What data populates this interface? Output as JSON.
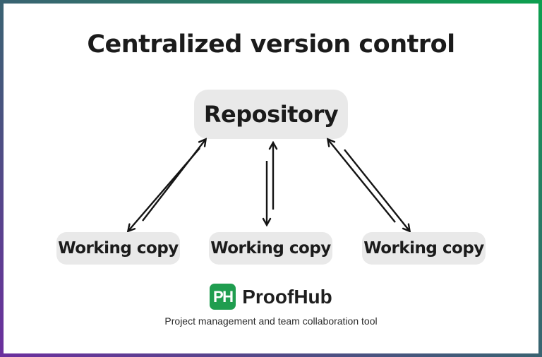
{
  "title": "Centralized version control",
  "diagram": {
    "repository": {
      "label": "Repository"
    },
    "working_copies": [
      {
        "label": "Working copy"
      },
      {
        "label": "Working copy"
      },
      {
        "label": "Working copy"
      }
    ]
  },
  "footer": {
    "logo_monogram": "PH",
    "logo_text": "ProofHub",
    "tagline": "Project management and team collaboration tool"
  },
  "colors": {
    "frame_gradient_start": "#6c2f9e",
    "frame_gradient_mid": "#3a6372",
    "frame_gradient_end": "#0ca04f",
    "node_background": "#e9e9e9",
    "text": "#1b1b1b",
    "logo_green": "#1f9d4f",
    "arrow": "#141414",
    "canvas_background": "#ffffff"
  }
}
